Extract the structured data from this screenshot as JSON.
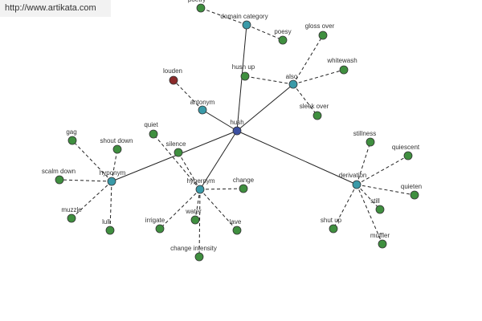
{
  "watermark": {
    "url": "http://www.artikata.com"
  },
  "colors": {
    "center": "#3b4fa0",
    "relation": "#3a9aa8",
    "word": "#3f8f3f",
    "antonym_word": "#8b2a2a",
    "edge": "#222222"
  },
  "graph": {
    "center": {
      "id": "hush",
      "label": "hush"
    },
    "relations": [
      {
        "id": "domain-category",
        "label": "domain category"
      },
      {
        "id": "also",
        "label": "also"
      },
      {
        "id": "antonym",
        "label": "antonym"
      },
      {
        "id": "hyponym",
        "label": "hyponym"
      },
      {
        "id": "hypernym",
        "label": "hypernym"
      },
      {
        "id": "derivation",
        "label": "derivation"
      }
    ],
    "words": [
      {
        "id": "poetry",
        "label": "poetry",
        "relation": "domain-category"
      },
      {
        "id": "poesy",
        "label": "poesy",
        "relation": "domain-category"
      },
      {
        "id": "hush-up",
        "label": "hush up",
        "relation": "also"
      },
      {
        "id": "gloss-over",
        "label": "gloss over",
        "relation": "also"
      },
      {
        "id": "whitewash",
        "label": "whitewash",
        "relation": "also"
      },
      {
        "id": "sleek-over",
        "label": "sleek over",
        "relation": "also"
      },
      {
        "id": "louden",
        "label": "louden",
        "relation": "antonym"
      },
      {
        "id": "gag",
        "label": "gag",
        "relation": "hyponym"
      },
      {
        "id": "shout-down",
        "label": "shout down",
        "relation": "hyponym"
      },
      {
        "id": "scalm-down",
        "label": "scalm down",
        "relation": "hyponym"
      },
      {
        "id": "muzzle",
        "label": "muzzle",
        "relation": "hyponym"
      },
      {
        "id": "lull",
        "label": "lull",
        "relation": "hyponym"
      },
      {
        "id": "quiet",
        "label": "quiet",
        "relation": "hypernym"
      },
      {
        "id": "silence",
        "label": "silence",
        "relation": "hypernym"
      },
      {
        "id": "change",
        "label": "change",
        "relation": "hypernym"
      },
      {
        "id": "irrigate",
        "label": "irrigate",
        "relation": "hypernym"
      },
      {
        "id": "water",
        "label": "water",
        "relation": "hypernym"
      },
      {
        "id": "lave",
        "label": "lave",
        "relation": "hypernym"
      },
      {
        "id": "change-intensity",
        "label": "change intensity",
        "relation": "hypernym"
      },
      {
        "id": "stillness",
        "label": "stillness",
        "relation": "derivation"
      },
      {
        "id": "quiescent",
        "label": "quiescent",
        "relation": "derivation"
      },
      {
        "id": "quieten",
        "label": "quieten",
        "relation": "derivation"
      },
      {
        "id": "still",
        "label": "still",
        "relation": "derivation"
      },
      {
        "id": "shut-up",
        "label": "shut up",
        "relation": "derivation"
      },
      {
        "id": "muffler",
        "label": "muffler",
        "relation": "derivation"
      }
    ]
  }
}
